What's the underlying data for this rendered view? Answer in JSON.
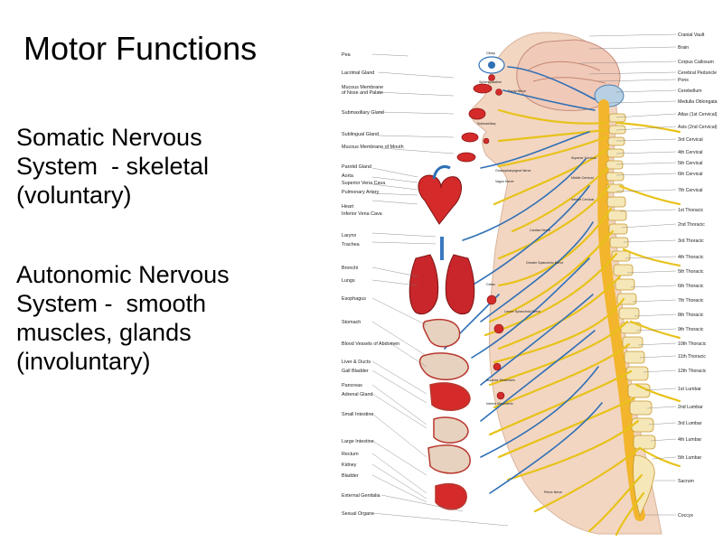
{
  "slide": {
    "title": "Motor Functions",
    "bullets": [
      {
        "lines": [
          "Somatic Nervous",
          "System  - skeletal",
          "(voluntary)"
        ]
      },
      {
        "lines": [
          "Autonomic Nervous",
          "System -  smooth",
          "muscles, glands",
          "(involuntary)"
        ]
      }
    ]
  },
  "figure": {
    "left_labels": [
      "Pea",
      "Lacrimal Gland",
      "Mucous Membrane",
      "of Nose and Palate",
      "Submaxillary Gland",
      "Sublingual Gland",
      "Mucous Membrane of Mouth",
      "Parotid Gland",
      "Aorta",
      "Superior Vena Cava",
      "Pulmonary Artery",
      "Heart",
      "Inferior Vena Cava",
      "Larynx",
      "Trachea",
      "Bronchi",
      "Lungs",
      "Esophagus",
      "Stomach",
      "Blood Vessels of Abdomen",
      "Liver & Ducts",
      "Gall Bladder",
      "Pancreas",
      "Adrenal Gland",
      "Small Intestine",
      "Large Intestine",
      "Rectum",
      "Kidney",
      "Bladder",
      "External Genitalia",
      "Sexual Organs"
    ],
    "right_labels": [
      "Cranial Vault",
      "Brain",
      "Corpus Callosum",
      "Cerebral Peduncle",
      "Pons",
      "Cerebellum",
      "Medulla Oblongata",
      "Atlas (1st Cervical)",
      "Axis (2nd Cervical)",
      "3rd Cervical",
      "4th Cervical",
      "5th Cervical",
      "6th Cervical",
      "7th Cervical",
      "1st Thoracic",
      "2nd Thoracic",
      "3rd Thoracic",
      "4th Thoracic",
      "5th Thoracic",
      "6th Thoracic",
      "7th Thoracic",
      "8th Thoracic",
      "9th Thoracic",
      "10th Thoracic",
      "11th Thoracic",
      "12th Thoracic",
      "1st Lumbar",
      "2nd Lumbar",
      "3rd Lumbar",
      "4th Lumbar",
      "5th Lumbar",
      "Sacrum",
      "Coccyx"
    ],
    "inner_labels": [
      "Ciliary",
      "Sphenopalatine",
      "Facial Nerve",
      "Submaxillary",
      "Glossopharyngeal Nerve",
      "Vagus Nerve",
      "Superior Cervical",
      "Middle Cervical",
      "Inferior Cervical",
      "Cardiac Nerve",
      "Greater Splanchnic Nerve",
      "Lesser Splanchnic Nerve",
      "Celiac",
      "Superior Mesenteric",
      "Inferior Mesenteric",
      "Pelvic Nerve"
    ],
    "colors": {
      "nerve": "#e8c21a",
      "vessel": "#2f6fb5",
      "spine": "#f2b52c",
      "organ": "#d42a2a",
      "skin": "#f2d6c2",
      "bone": "#f5e7b8"
    }
  }
}
